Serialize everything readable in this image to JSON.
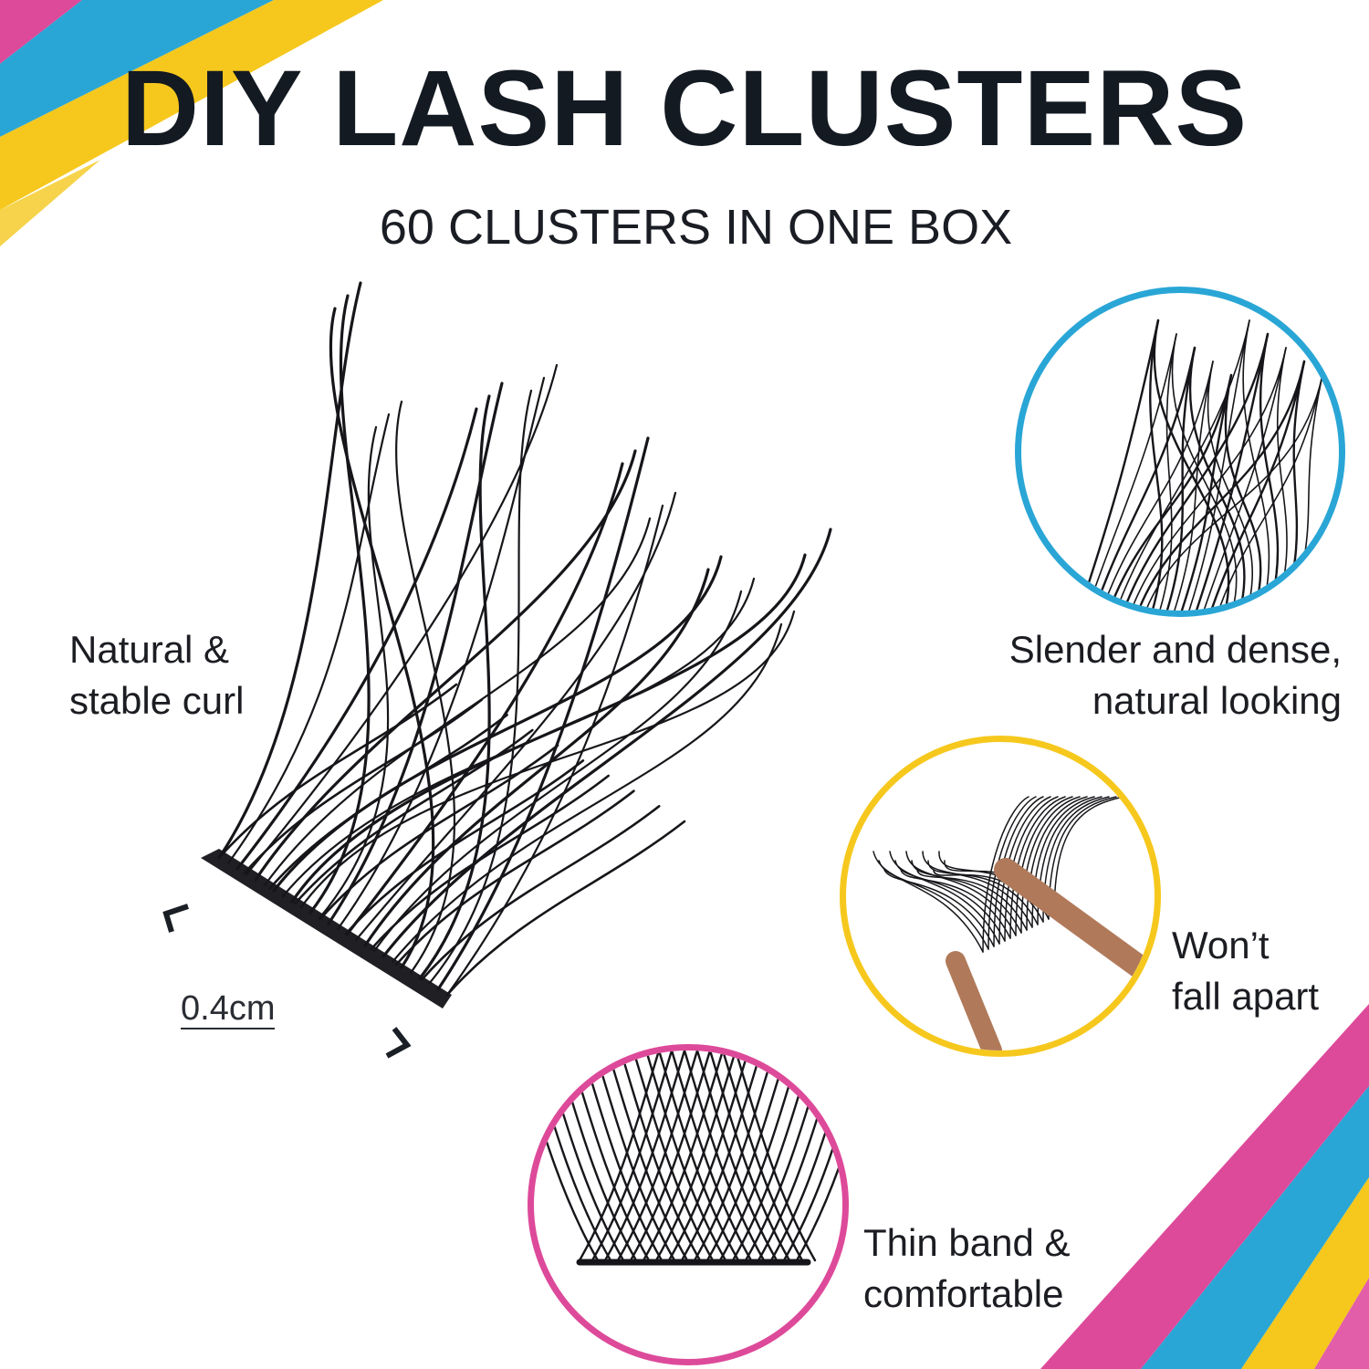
{
  "title": "DIY LASH CLUSTERS",
  "subtitle": "60 CLUSTERS IN ONE BOX",
  "captions": {
    "left": [
      "Natural &",
      "stable curl"
    ],
    "right_top": [
      "Slender and dense,",
      "natural looking"
    ],
    "right_middle": [
      "Won’t",
      "fall apart"
    ],
    "bottom": [
      "Thin band &",
      "comfortable"
    ]
  },
  "measurement": "0.4cm",
  "colors": {
    "blue": "#29a6d6",
    "yellow": "#f6c81d",
    "pink": "#dd4a9a",
    "lash": "#16161a",
    "tweezer": "#b07a5a"
  }
}
